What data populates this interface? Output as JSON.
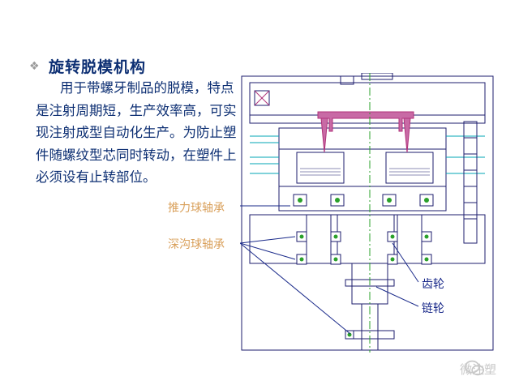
{
  "slide": {
    "bullet": "❖",
    "title": "旋转脱模机构",
    "body": "用于带螺牙制品的脱模，特点是注射周期短，生产效率高，可实现注射成型自动化生产。为防止塑件随螺纹型芯同时转动，在塑件上必须设有止转部位。"
  },
  "diagram": {
    "labels": {
      "thrust_bearing": "推力球轴承",
      "deep_groove_bearing": "深沟球轴承",
      "gear": "齿轮",
      "sprocket": "链轮"
    }
  },
  "watermark": "微注塑",
  "colors": {
    "text": "#0d2f73",
    "label_orange": "#d9a05b",
    "label_blue": "#1a2a8a",
    "drawing": "#1e1e6e",
    "cyan": "#00a6b5",
    "magenta": "#b0327a",
    "green": "#2aa02a"
  },
  "icons": {
    "bullet": "diamond-bullet-icon",
    "watermark": "wechat-logo-icon"
  }
}
